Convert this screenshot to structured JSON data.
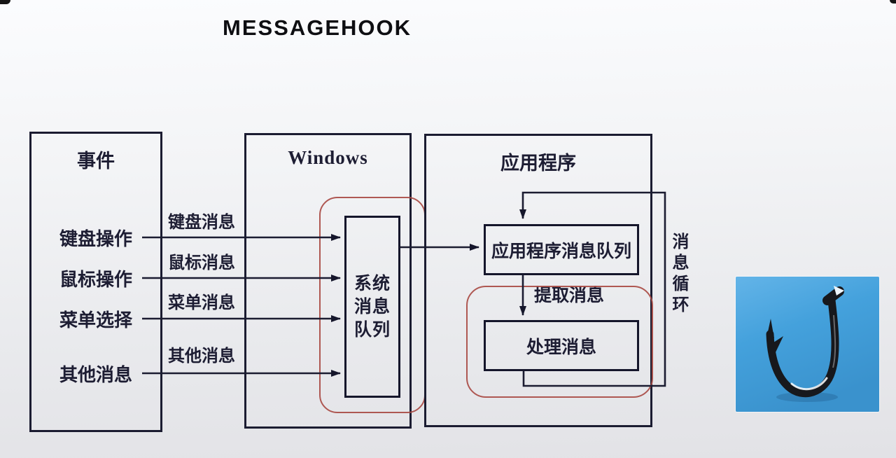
{
  "title": "MESSAGEHOOK",
  "event_box": {
    "header": "事件",
    "items": [
      "键盘操作",
      "鼠标操作",
      "菜单选择",
      "其他消息"
    ]
  },
  "message_labels": [
    "键盘消息",
    "鼠标消息",
    "菜单消息",
    "其他消息"
  ],
  "windows_box": {
    "header": "Windows",
    "system_queue": "系统消息队列"
  },
  "app_box": {
    "header": "应用程序",
    "app_queue": "应用程序消息队列",
    "fetch_label": "提取消息",
    "process_label": "处理消息"
  },
  "loop_label": "消息循环",
  "colors": {
    "line": "#1b1c31",
    "red_highlight": "#a94b44",
    "hook_background": "#3f9bd6"
  }
}
